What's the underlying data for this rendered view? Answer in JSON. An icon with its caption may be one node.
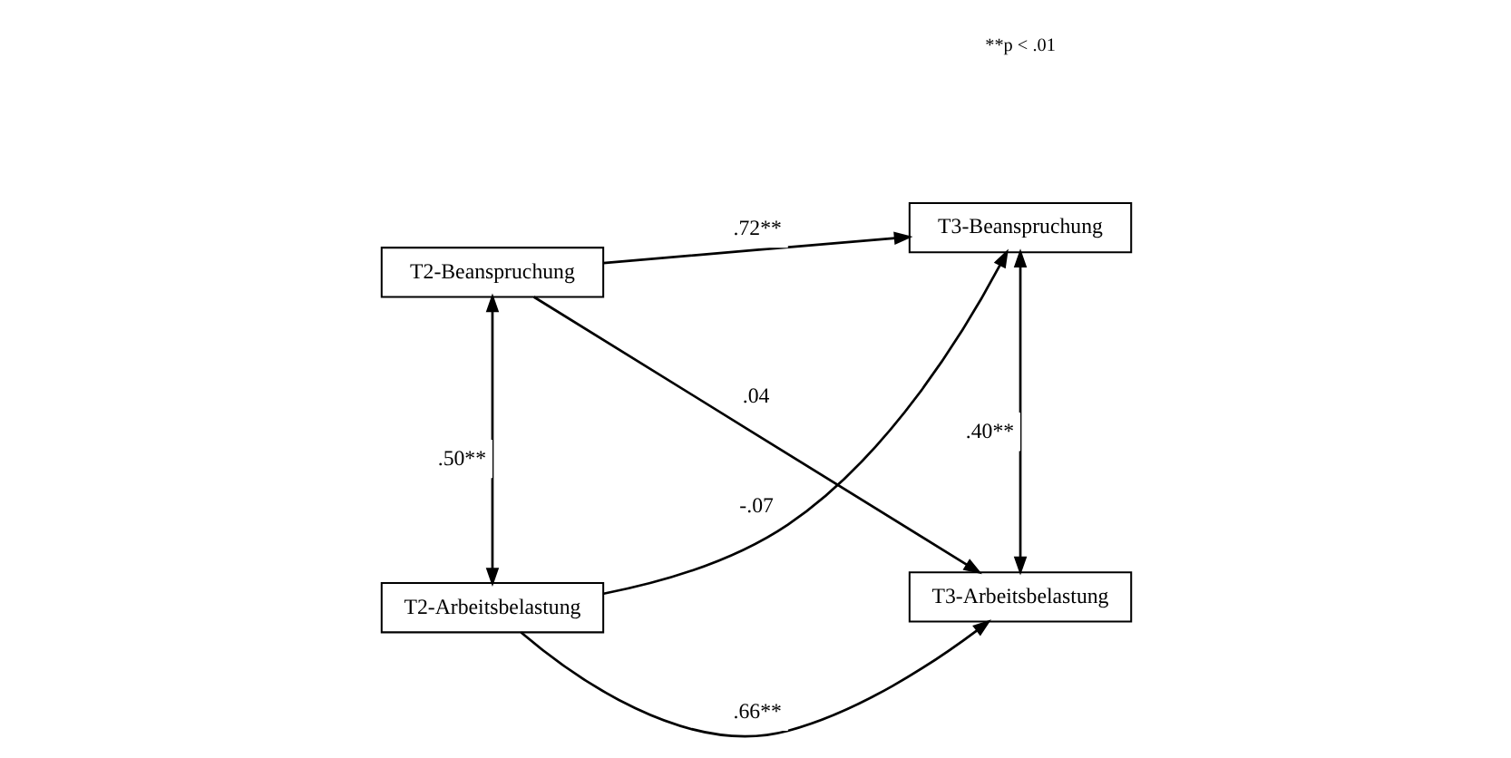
{
  "diagram": {
    "nodes": [
      {
        "text": [
          "T2-Beanspruchung"
        ]
      },
      {
        "text": [
          "T3-Beanspruchung"
        ]
      },
      {
        "text": [
          "T2-Arbeitsbelastung"
        ]
      },
      {
        "text": [
          "T3-Arbeitsbelastung"
        ]
      }
    ],
    "edges": [
      {
        "from": 0,
        "to": 1,
        "arrow": "to",
        "label": ".72**"
      },
      {
        "from": 0,
        "to": 3,
        "arrow": "to",
        "label": ".04"
      },
      {
        "from": 2,
        "to": 1,
        "arrow": "to",
        "label": "-.07"
      },
      {
        "from": 0,
        "to": 2,
        "arrow": "both",
        "label": ".50**"
      },
      {
        "from": 1,
        "to": 3,
        "arrow": "both",
        "label": ".40**"
      },
      {
        "from": 2,
        "to": 3,
        "arrow": "to",
        "label": ".66**"
      }
    ],
    "labels": [
      "**p < .01"
    ]
  }
}
